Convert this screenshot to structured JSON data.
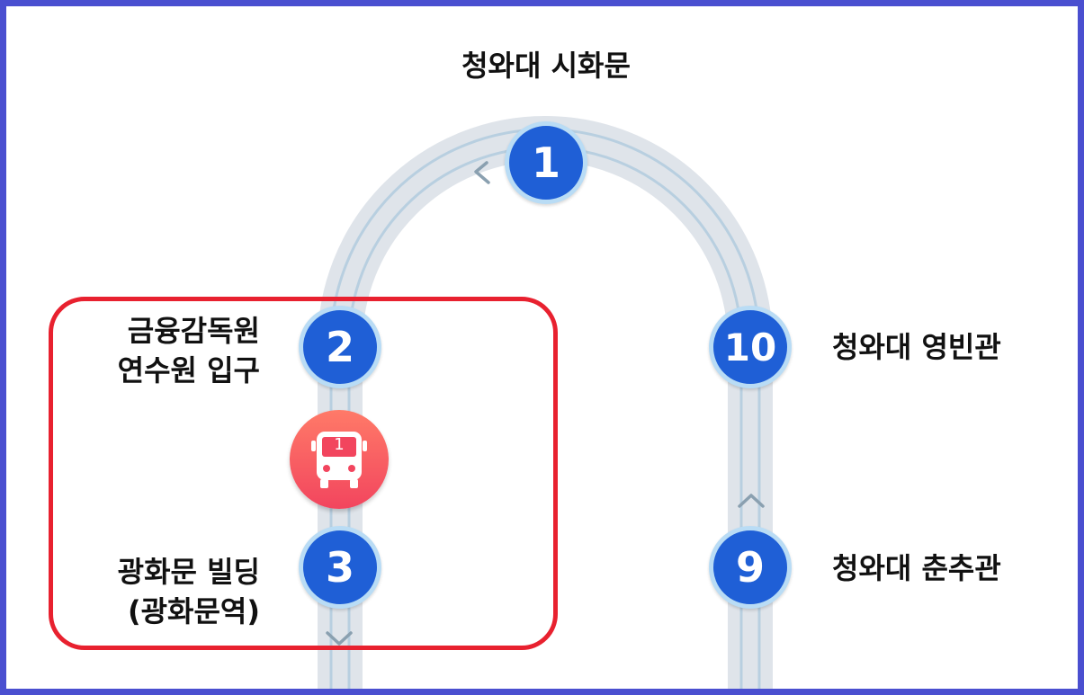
{
  "route": {
    "stops": [
      {
        "number": "1",
        "name": "청와대 시화문"
      },
      {
        "number": "2",
        "name_line1": "금융감독원",
        "name_line2": "연수원 입구"
      },
      {
        "number": "3",
        "name_line1": "광화문 빌딩",
        "name_line2": "(광화문역)"
      },
      {
        "number": "9",
        "name": "청와대 춘추관"
      },
      {
        "number": "10",
        "name": "청와대 영빈관"
      }
    ],
    "bus": {
      "number": "1",
      "icon": "bus-icon",
      "color": "#f2455e"
    },
    "colors": {
      "stop": "#1f5fd6",
      "stop_ring": "#b9dcf5",
      "track": "#dfe4ea",
      "lane": "#b8cfe0",
      "highlight": "#e8212f",
      "frame": "#4a4fd0"
    }
  }
}
